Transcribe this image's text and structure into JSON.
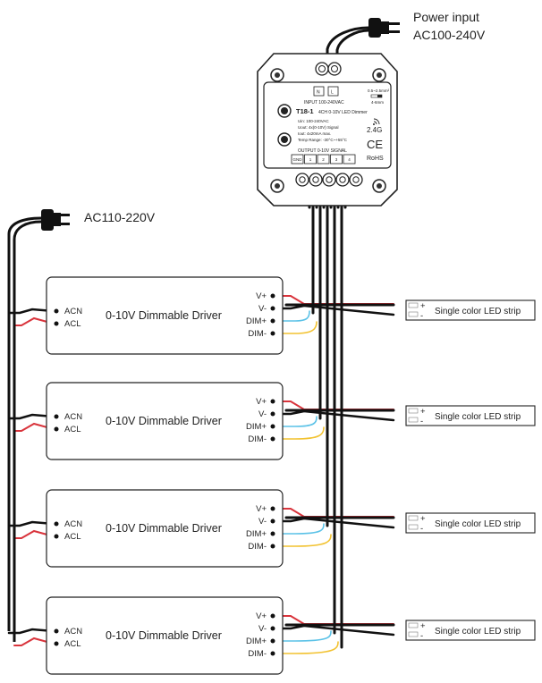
{
  "power_input": {
    "line1": "Power input",
    "line2": "AC100-240V"
  },
  "mains_label": "AC110-220V",
  "dimmer": {
    "input_n": "N",
    "input_l": "L",
    "input_label": "INPUT 100-240VAC",
    "wire_gauge": "0.5~2.5mm²",
    "strip_len": "4-6mm",
    "model": "T18-1",
    "model_desc": "4CH 0-10V LED Dimmer",
    "specs": [
      "Uin: 100-240VAC",
      "Uout: 4x(0-10V) Signal",
      "Iout: 4x20mA max.",
      "Temp Range: -30°C~+55°C"
    ],
    "wireless": "2.4G",
    "ce": "CE",
    "rohs": "RoHS",
    "output_label": "OUTPUT 0-10V SIGNAL",
    "terminals": [
      "GND",
      "1",
      "2",
      "3",
      "4"
    ]
  },
  "drivers": [
    {
      "title": "0-10V Dimmable Driver",
      "acn": "ACN",
      "acl": "ACL",
      "vplus": "V+",
      "vminus": "V-",
      "dimplus": "DIM+",
      "dimminus": "DIM-",
      "strip": "Single color LED strip",
      "plus": "+",
      "minus": "-"
    },
    {
      "title": "0-10V Dimmable Driver",
      "acn": "ACN",
      "acl": "ACL",
      "vplus": "V+",
      "vminus": "V-",
      "dimplus": "DIM+",
      "dimminus": "DIM-",
      "strip": "Single color LED strip",
      "plus": "+",
      "minus": "-"
    },
    {
      "title": "0-10V Dimmable Driver",
      "acn": "ACN",
      "acl": "ACL",
      "vplus": "V+",
      "vminus": "V-",
      "dimplus": "DIM+",
      "dimminus": "DIM-",
      "strip": "Single color LED strip",
      "plus": "+",
      "minus": "-"
    },
    {
      "title": "0-10V Dimmable Driver",
      "acn": "ACN",
      "acl": "ACL",
      "vplus": "V+",
      "vminus": "V-",
      "dimplus": "DIM+",
      "dimminus": "DIM-",
      "strip": "Single color LED strip",
      "plus": "+",
      "minus": "-"
    }
  ],
  "colors": {
    "black": "#111111",
    "red": "#d9343c",
    "blue": "#5bc2e7",
    "yellow": "#f2c230"
  }
}
